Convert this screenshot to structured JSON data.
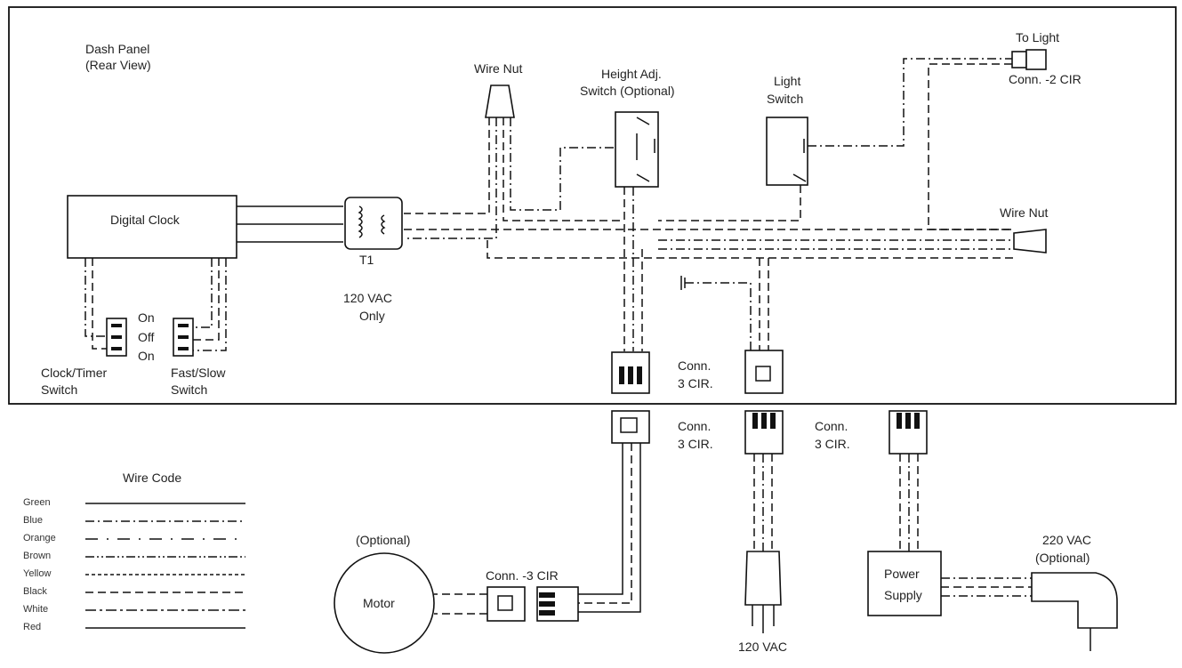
{
  "labels": {
    "dash_panel": "Dash Panel",
    "rear_view": "(Rear View)",
    "wire_nut_top": "Wire Nut",
    "height_adj_1": "Height Adj.",
    "height_adj_2": "Switch (Optional)",
    "light_switch_1": "Light",
    "light_switch_2": "Switch",
    "to_light": "To Light",
    "conn_2cir": "Conn. -2 CIR",
    "wire_nut_right": "Wire Nut",
    "digital_clock": "Digital Clock",
    "t1": "T1",
    "vac_only_1": "120 VAC",
    "vac_only_2": "Only",
    "on_top": "On",
    "off": "Off",
    "on_bottom": "On",
    "clock_timer_1": "Clock/Timer",
    "clock_timer_2": "Switch",
    "fast_slow_1": "Fast/Slow",
    "fast_slow_2": "Switch",
    "conn3_inner_1": "Conn.",
    "conn3_inner_2": "3 CIR.",
    "conn3_left_1": "Conn.",
    "conn3_left_2": "3 CIR.",
    "conn3_right_1": "Conn.",
    "conn3_right_2": "3 CIR.",
    "optional": "(Optional)",
    "motor": "Motor",
    "conn_motor": "Conn. -3 CIR",
    "vac_120": "120 VAC",
    "power_1": "Power",
    "power_2": "Supply",
    "vac_220_1": "220 VAC",
    "vac_220_2": "(Optional)"
  },
  "wire_code": {
    "title": "Wire Code",
    "entries": [
      {
        "name": "Green"
      },
      {
        "name": "Blue"
      },
      {
        "name": "Orange"
      },
      {
        "name": "Brown"
      },
      {
        "name": "Yellow"
      },
      {
        "name": "Black"
      },
      {
        "name": "White"
      },
      {
        "name": "Red"
      }
    ]
  }
}
